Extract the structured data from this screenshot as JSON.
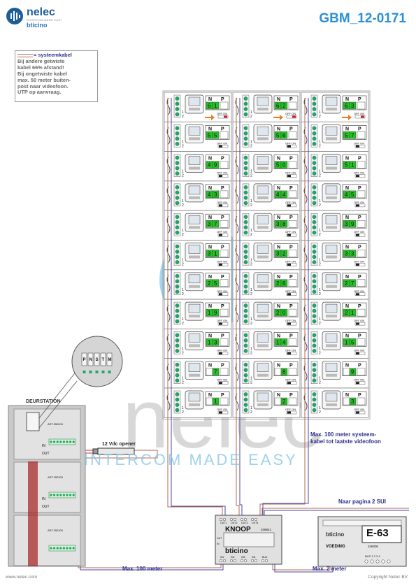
{
  "header": {
    "brand": "nelec",
    "tagline": "INTERCOM MADE EASY",
    "partner": "bticino",
    "doc_code": "GBM_12-0171"
  },
  "note": {
    "header": "= systeemkabel",
    "lines": [
      "Bij andere getwiste",
      "kabel 66% afstand!",
      "Bij ongetwiste kabel",
      "max. 50 meter buiten-",
      "post naar videofoon.",
      "UTP op aanvraag."
    ]
  },
  "monitor": {
    "n_label": "N",
    "p_label": "P",
    "switch_label": "OFF ON",
    "terminal_labels": [
      "1",
      "2"
    ]
  },
  "monitor_rows": [
    [
      "61",
      "62",
      "63"
    ],
    [
      "55",
      "56",
      "57"
    ],
    [
      "49",
      "50",
      "51"
    ],
    [
      "43",
      "44",
      "45"
    ],
    [
      "37",
      "38",
      "39"
    ],
    [
      "31",
      "32",
      "33"
    ],
    [
      "25",
      "26",
      "27"
    ],
    [
      "19",
      "20",
      "21"
    ],
    [
      "13",
      "14",
      "15"
    ],
    [
      "7",
      "8",
      "9"
    ],
    [
      "1",
      "2",
      "3"
    ]
  ],
  "door": {
    "label": "DEURSTATION",
    "dip_labels": [
      "P",
      "N",
      "S",
      "T",
      "M"
    ],
    "module_labels": [
      "ART.352000",
      "ART.352300",
      "ART.352300"
    ],
    "terminal_in": "IN",
    "terminal_out": "OUT"
  },
  "opener": {
    "label": "12 Vdc opener"
  },
  "notes": {
    "systeem": [
      "Max. 100 meter systeem-",
      "kabel tot laatste videofoon"
    ],
    "max100": "Max. 100 meter",
    "max2": "Max. 2 meter",
    "naar": "Naar pagina 2 SUI"
  },
  "knoop": {
    "title": "KNOOP",
    "code": "346841",
    "brand": "bticino",
    "out_labels": [
      "OUT1",
      "OUT2",
      "OUT3",
      "OUT4"
    ],
    "in_labels": [
      "IN1",
      "IN2",
      "IN3",
      "IN4",
      "BUS"
    ],
    "side_labels": [
      "OUT",
      "IN"
    ]
  },
  "psu": {
    "title": "E-63",
    "brand": "bticino",
    "subtitle": "VOEDING",
    "code": "346000",
    "terminals": "BUS 1 2 3 4"
  },
  "watermark": {
    "text": "INTERCOM MADE EASY",
    "big": "nelec"
  },
  "footer": {
    "url": "www.nelec.com",
    "copyright": "Copyright Nelec BV"
  },
  "colors": {
    "brand_blue": "#1e5d97",
    "accent_blue": "#2b8fd6",
    "cable_brown": "#b46a4e",
    "cable_blue": "#4a4aa8",
    "arrow_orange": "#f07a1c",
    "display_green": "#27c227",
    "terminal_green": "#1fa86a",
    "switch_red": "#d42020"
  }
}
